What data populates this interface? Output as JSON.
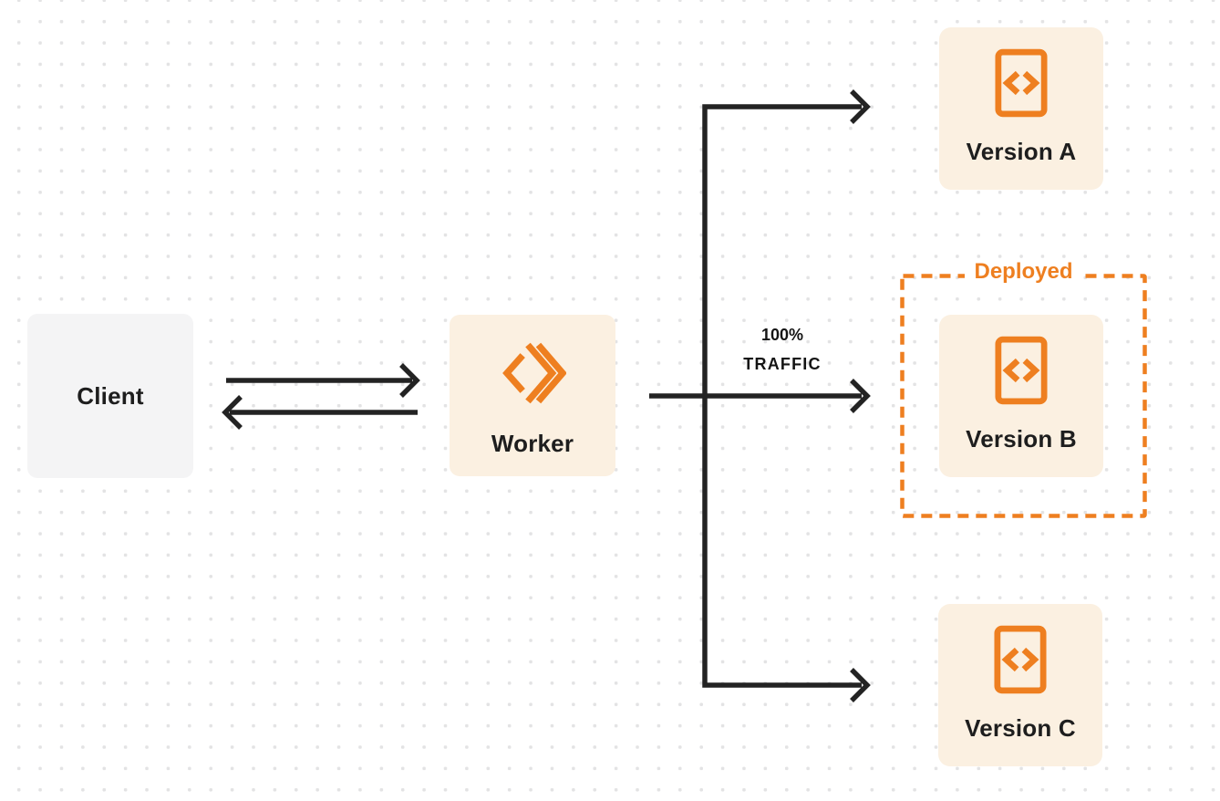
{
  "diagram": {
    "client": {
      "label": "Client"
    },
    "worker": {
      "label": "Worker"
    },
    "versions": [
      {
        "label": "Version A"
      },
      {
        "label": "Version B"
      },
      {
        "label": "Version C"
      }
    ],
    "deployed_label": "Deployed",
    "traffic": {
      "percent": "100%",
      "word": "TRAFFIC"
    }
  },
  "colors": {
    "accent_orange": "#EE7F20",
    "node_cream": "#FBF0E1",
    "client_gray": "#F4F4F5",
    "connector_black": "#232323",
    "text_dark": "#1E1E1E",
    "dot_grid": "#E3E3E4",
    "background": "#FFFFFF"
  },
  "icons": {
    "worker_icon": "workers-logo-icon",
    "version_icon": "code-file-icon"
  }
}
